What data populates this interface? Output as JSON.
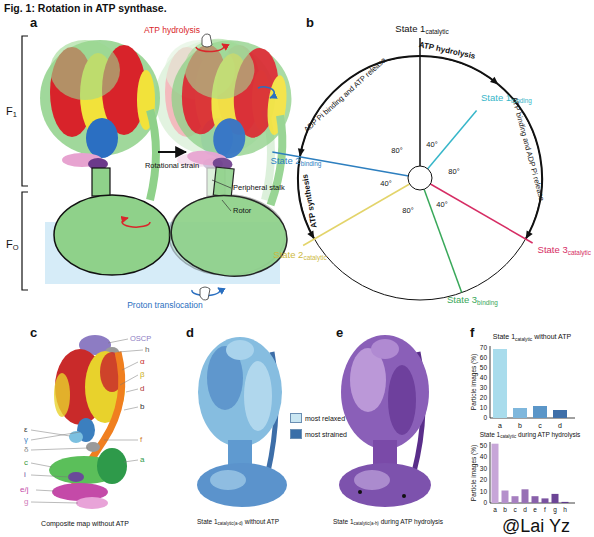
{
  "diagram": {
    "title": "Fig. 1: Rotation in ATP synthase.",
    "labels": [
      "a",
      "b",
      "c",
      "d",
      "e",
      "f",
      "ATP hydrolysis",
      "F",
      "1",
      "F",
      "O",
      "Rotational strain",
      "Peripheral stalk",
      "Rotor",
      "Proton translocation",
      "State 1",
      "catalytic",
      "State 1",
      "binding",
      "State 3",
      "catalytic",
      "State 3",
      "binding",
      "State 2",
      "catalytic",
      "State 2",
      "binding",
      "ATP hydrolysis",
      "ATP binding and ADP Pi release",
      "ADP Pi binding and ATP release",
      "ATP synthesis",
      "40°",
      "80°",
      "40°",
      "80°",
      "40°",
      "80°",
      "OSCP",
      "h",
      "α",
      "β",
      "d",
      "b",
      "f",
      "a",
      "ε",
      "γ",
      "δ",
      "c",
      "i",
      "e/j",
      "g",
      "Composite map without ATP",
      "State 1",
      "catalytic(a-d)",
      "without ATP",
      "State 1",
      "catalytic(a-h)",
      "during ATP hydrolysis",
      "State 1",
      "catalytic",
      "without ATP",
      "Particle images (%)",
      "0",
      "10",
      "20",
      "30",
      "40",
      "50",
      "60",
      "70",
      "a",
      "b",
      "c",
      "d",
      "State 1",
      "catalytic",
      "during ATP hydrolysis",
      "Particle images (%)",
      "0",
      "10",
      "20",
      "30",
      "40",
      "50",
      "a",
      "b",
      "c",
      "d",
      "e",
      "f",
      "g",
      "h",
      "@Lai Yz"
    ],
    "legend": [
      {
        "text": "most relaxed",
        "color": "#c9e6f2"
      },
      {
        "text": "most strained",
        "color": "#3a6fa8"
      }
    ]
  }
}
